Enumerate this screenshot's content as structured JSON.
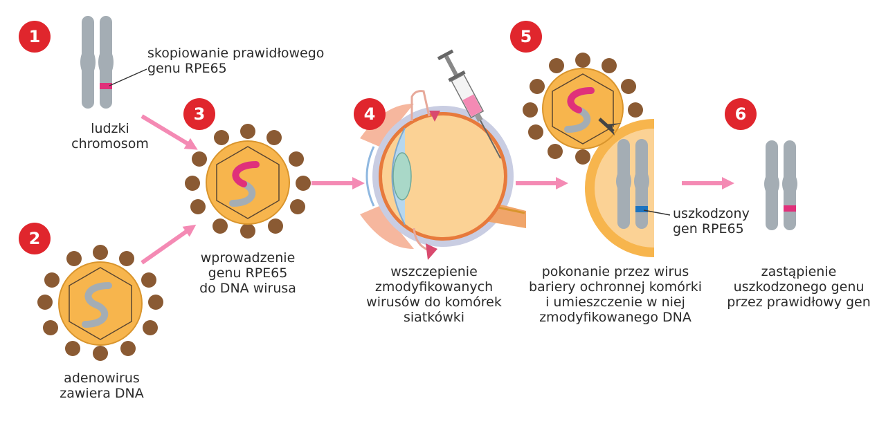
{
  "steps": [
    {
      "number": "1",
      "lines": [
        "ludzki",
        "chromosom"
      ]
    },
    {
      "number": "2",
      "lines": [
        "adenowirus",
        "zawiera DNA"
      ]
    },
    {
      "number": "3",
      "lines": [
        "wprowadzenie",
        "genu RPE65",
        "do DNA wirusa"
      ]
    },
    {
      "number": "4",
      "lines": [
        "wszczepienie",
        "zmodyfikowanych",
        "wirusów do komórek",
        "siatkówki"
      ]
    },
    {
      "number": "5",
      "lines": [
        "pokonanie przez wirus",
        "bariery ochronnej komórki",
        "i umieszczenie w niej",
        "zmodyfikowanego DNA"
      ]
    },
    {
      "number": "6",
      "lines": [
        "zastąpienie",
        "uszkodzonego genu",
        "przez prawidłowy gen"
      ]
    }
  ],
  "annotations": {
    "copy_gene": [
      "skopiowanie prawidłowego",
      "genu RPE65"
    ],
    "damaged_gene": [
      "uszkodzony",
      "gen RPE65"
    ]
  },
  "colors": {
    "badge": "#e0262d",
    "arrow": "#f48ab4",
    "virus": "#f7b54d",
    "spike": "#8a5a33",
    "chromosome": "#a4adb4",
    "healthy_gene": "#e0307a",
    "damaged_gene": "#1d74c0",
    "eye": "#fbd295"
  }
}
